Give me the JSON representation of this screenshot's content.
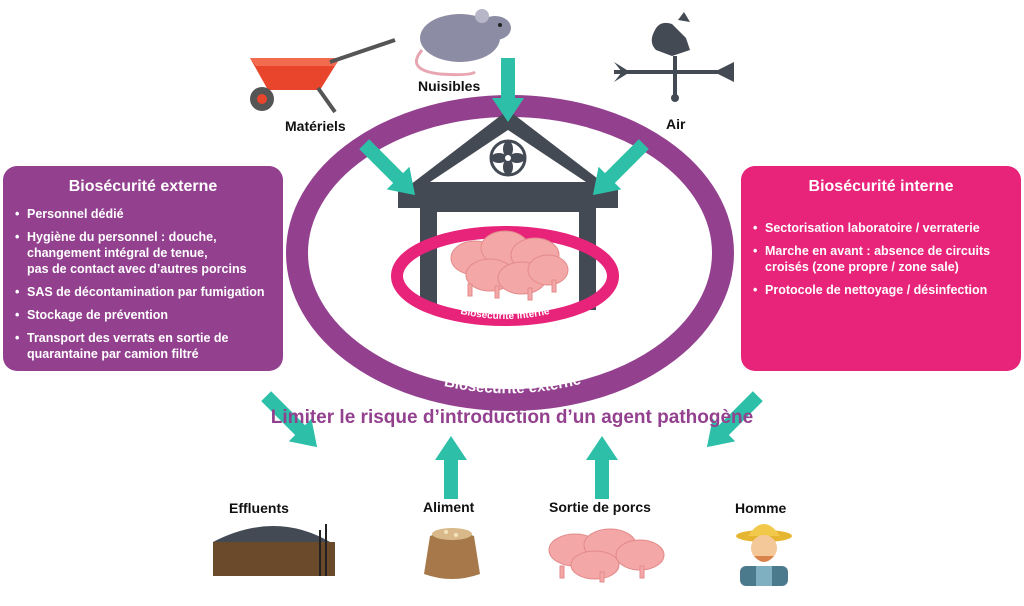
{
  "colors": {
    "purple": "#93418f",
    "pink": "#e7237a",
    "teal": "#2dbfa8",
    "building": "#434a54",
    "title_purple": "#93418f"
  },
  "top_labels": {
    "materiels": "Matériels",
    "nuisibles": "Nuisibles",
    "air": "Air"
  },
  "external_card": {
    "title": "Biosécurité externe",
    "items": [
      "Personnel dédié",
      "Hygiène du personnel : douche,\nchangement intégral de tenue,\npas de contact avec d’autres porcins",
      "SAS de décontamination par fumigation",
      "Stockage de prévention",
      "Transport des verrats en sortie de\nquarantaine par camion filtré"
    ]
  },
  "internal_card": {
    "title": "Biosécurité interne",
    "items": [
      "Sectorisation laboratoire / verraterie",
      "Marche en avant : absence de circuits\ncroisés (zone propre / zone sale)",
      "Protocole de nettoyage / désinfection"
    ]
  },
  "center": {
    "inner_ring_label": "Biosécurité interne",
    "outer_ring_label": "Biosécurité externe"
  },
  "main_title": "Limiter le risque d’introduction d’un agent pathogène",
  "bottom_labels": {
    "effluents": "Effluents",
    "aliment": "Aliment",
    "sortie": "Sortie de porcs",
    "homme": "Homme"
  },
  "icons": [
    "wheelbarrow-icon",
    "rat-icon",
    "weathervane-icon",
    "fan-icon",
    "pig-group-icon",
    "manure-pit-icon",
    "feed-sack-icon",
    "farmer-icon"
  ]
}
